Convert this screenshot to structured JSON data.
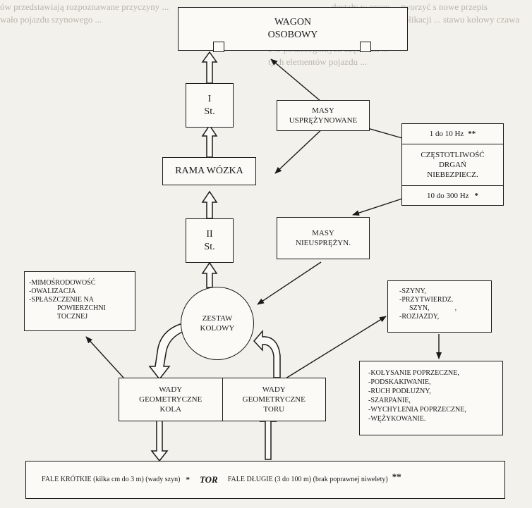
{
  "background_text": [
    "ów przedstawiają rozpoznawane przyczyny ...",
    "dostały w pracy ... tworzyć s nowe przepis",
    "łymi zostały w publikacji ... stawu kolowy czawa",
    "e w poszczególnych częściach ...",
    "tych elementów pojazdu ...",
    "wało pojazdu szynowego ..."
  ],
  "diagram": {
    "wagon": [
      "WAGON",
      "OSOBOWY"
    ],
    "stage1": [
      "I",
      "St."
    ],
    "rama": "RAMA WÓZKA",
    "stage2": [
      "II",
      "St."
    ],
    "masy_uspr": [
      "MASY",
      "USPRĘŻYNOWANE"
    ],
    "masy_nieuspr": [
      "MASY",
      "NIEUSPRĘŻYN."
    ],
    "freq_low": "1 do 10 Hz",
    "freq_low_mark": "**",
    "freq_title": [
      "CZĘSTOTLIWOŚĆ",
      "DRGAŃ",
      "NIEBEZPIECZ."
    ],
    "freq_high": "10 do 300 Hz",
    "freq_high_mark": "*",
    "zestaw": [
      "ZESTAW",
      "KOLOWY"
    ],
    "kolo_defects": [
      "-MIMOŚRODOWOŚĆ",
      "-OWALIZACJA",
      "-SPŁASZCZENIE NA",
      "POWIERZCHNI",
      "TOCZNEJ"
    ],
    "track_items": [
      "-SZYNY,",
      "-PRZYTWIERDZ.",
      "SZYN,",
      "-ROZJAZDY,"
    ],
    "track_items_comma": ",",
    "wady_kola": [
      "WADY",
      "GEOMETRYCZNE",
      "KOLA"
    ],
    "wady_toru": [
      "WADY",
      "GEOMETRYCZNE",
      "TORU"
    ],
    "effects": [
      "-KOŁYSANIE POPRZECZNE,",
      "-PODSKAKIWANIE,",
      "-RUCH PODŁUŻNY,",
      "-SZARPANIE,",
      "-WYCHYLENIA POPRZECZNE,",
      "-WĘŻYKOWANIE."
    ],
    "bottom_left": "FALE KRÓTKIE (kilka cm do 3 m) (wady szyn)",
    "bottom_left_mark": "*",
    "bottom_tor": "TOR",
    "bottom_right": "FALE DŁUGIE (3 do 100 m) (brak poprawnej niwelety)",
    "bottom_right_mark": "**"
  }
}
